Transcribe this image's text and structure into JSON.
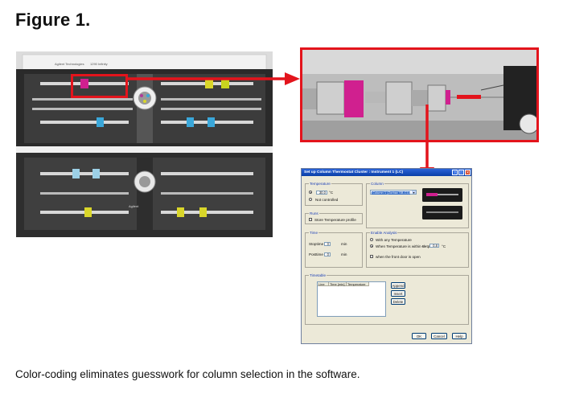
{
  "figure": {
    "title": "Figure 1.",
    "caption": "Color-coding eliminates guesswork for column selection in the software."
  },
  "colors": {
    "highlight": "#e3141c",
    "magenta_fitting": "#d0208f",
    "yellow_fitting": "#d9d62a",
    "blue_fitting": "#3aa7d9",
    "dialog_titlebar": "#0a3fa8"
  },
  "dialog": {
    "title": "Set up Column Thermostat Cluster : Instrument 1 (LC)",
    "title_buttons": [
      "?",
      "□",
      "✕"
    ],
    "temperature": {
      "group_label": "Temperature",
      "value": "30.0",
      "unit": "°C",
      "option_not_controlled": "Not controlled"
    },
    "column": {
      "group_label": "Column",
      "selected": "Column 1 (Zorbax SB-C18)"
    },
    "runs": {
      "group_label": "Runs",
      "checkbox_label": "Store Temperature profile"
    },
    "time": {
      "group_label": "Time",
      "stoptime_label": "Stoptime",
      "stoptime_value": "0",
      "posttime_label": "Posttime",
      "posttime_value": "0",
      "unit": "min"
    },
    "enable_analysis": {
      "group_label": "Enable Analysis",
      "option_any": "With any Temperature",
      "option_within": "When Temperature is within Setpoint",
      "plusminus": "+/-",
      "tolerance_value": "0.8",
      "tolerance_unit": "°C",
      "door_label": "when the front door is open"
    },
    "timetable": {
      "group_label": "Timetable",
      "columns": [
        "Line",
        "Time [min]",
        "Temperature"
      ],
      "append": "Append",
      "insert": "Insert",
      "delete": "Delete"
    },
    "buttons": {
      "ok": "OK",
      "cancel": "Cancel",
      "help": "Help"
    }
  },
  "photo": {
    "brand_text": "Agilent Technologies",
    "model_text": "1290 Infinity",
    "lower_brand_text": "Agilent"
  }
}
